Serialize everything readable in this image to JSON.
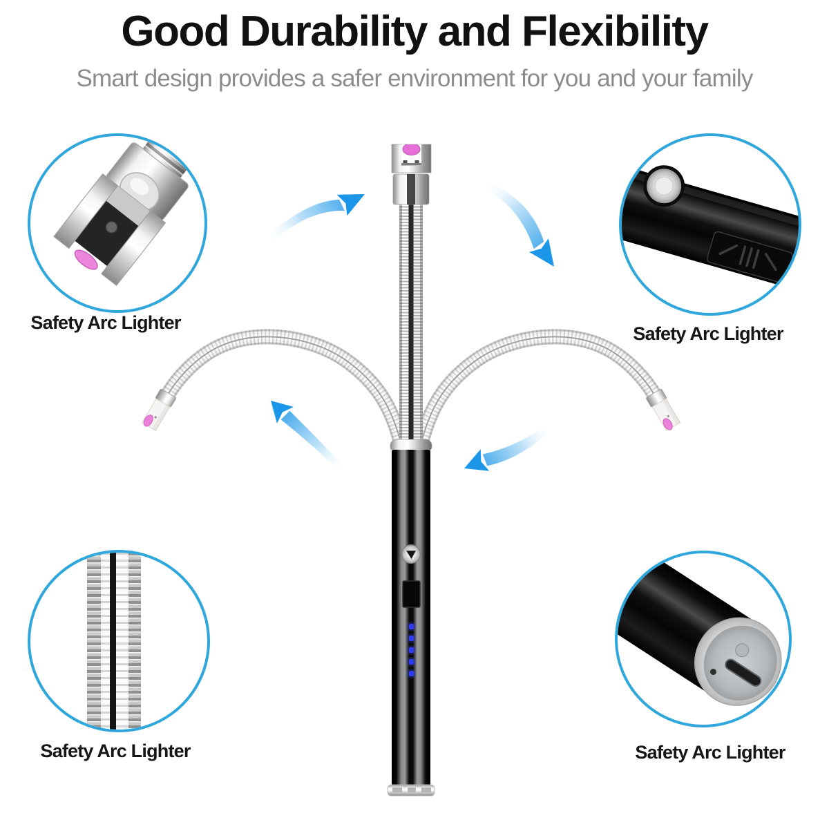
{
  "header": {
    "title": "Good Durability and Flexibility",
    "subtitle": "Smart design provides a safer environment for you and your family"
  },
  "callouts": [
    {
      "id": "arc-tip-detail",
      "position": "top-left",
      "label": "Safety Arc Lighter"
    },
    {
      "id": "power-button-detail",
      "position": "top-right",
      "label": "Safety Arc Lighter"
    },
    {
      "id": "flex-neck-detail",
      "position": "bottom-left",
      "label": "Safety Arc Lighter"
    },
    {
      "id": "charge-port-detail",
      "position": "bottom-right",
      "label": "Safety Arc Lighter"
    }
  ],
  "product": {
    "battery_indicator_leds": 5,
    "rotation_arrows": 4,
    "neck_positions_shown": 3
  },
  "colors": {
    "circle_border": "#2fa7dc",
    "arrow_blue": "#1b96e8",
    "arc_pink": "#ea80da",
    "led_blue": "#2e3cf5",
    "title_text": "#111111",
    "subtitle_text": "#8c8c8c"
  }
}
